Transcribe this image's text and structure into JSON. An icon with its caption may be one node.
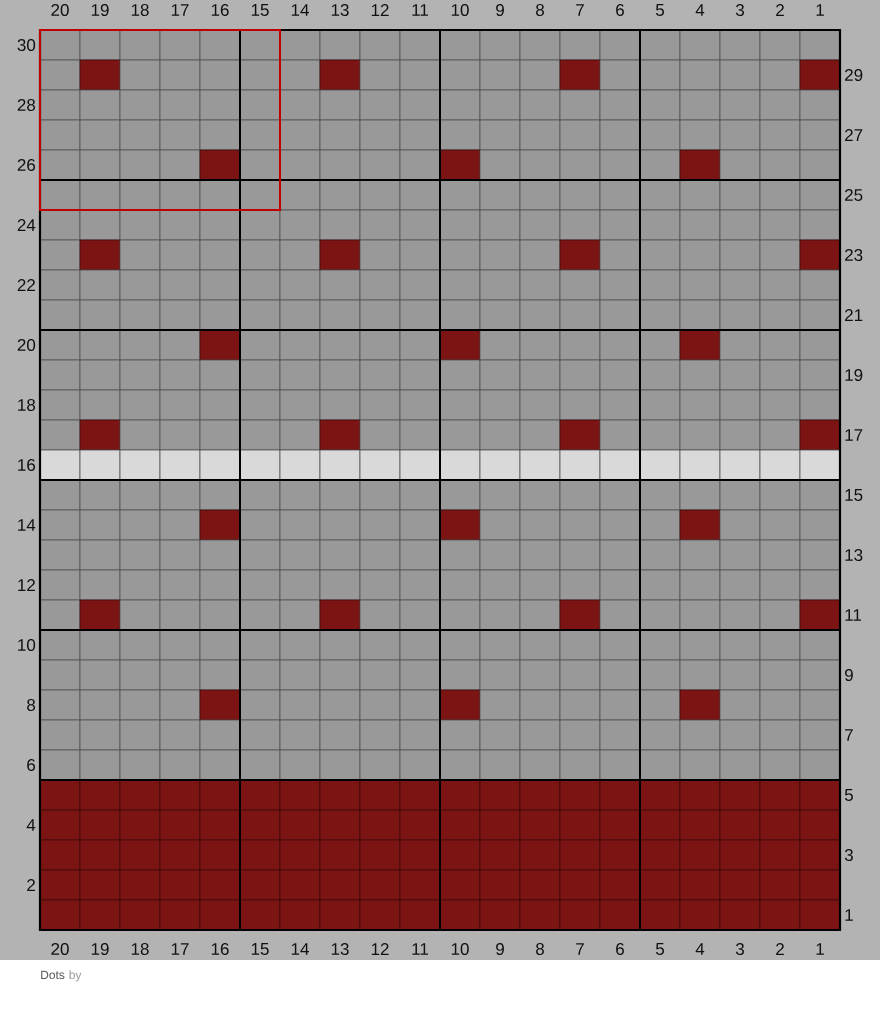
{
  "diagram": {
    "title": "Dots",
    "labels": [
      "20",
      "19",
      "18",
      "17",
      "16",
      "15",
      "14",
      "13",
      "12",
      "11",
      "10",
      "9",
      "8",
      "7",
      "6",
      "5",
      "4",
      "3",
      "2",
      "1",
      "30",
      "29",
      "28",
      "27",
      "26",
      "25",
      "24",
      "23",
      "22",
      "21",
      "20",
      "19",
      "18",
      "17",
      "16",
      "15",
      "14",
      "13",
      "12",
      "11",
      "10",
      "9",
      "8",
      "7",
      "6",
      "5",
      "4",
      "3",
      "2",
      "1",
      "20",
      "19",
      "18",
      "17",
      "16",
      "15",
      "14",
      "13",
      "12",
      "11",
      "10",
      "9",
      "8",
      "7",
      "6",
      "5",
      "4",
      "3",
      "2",
      "1",
      "by"
    ]
  }
}
